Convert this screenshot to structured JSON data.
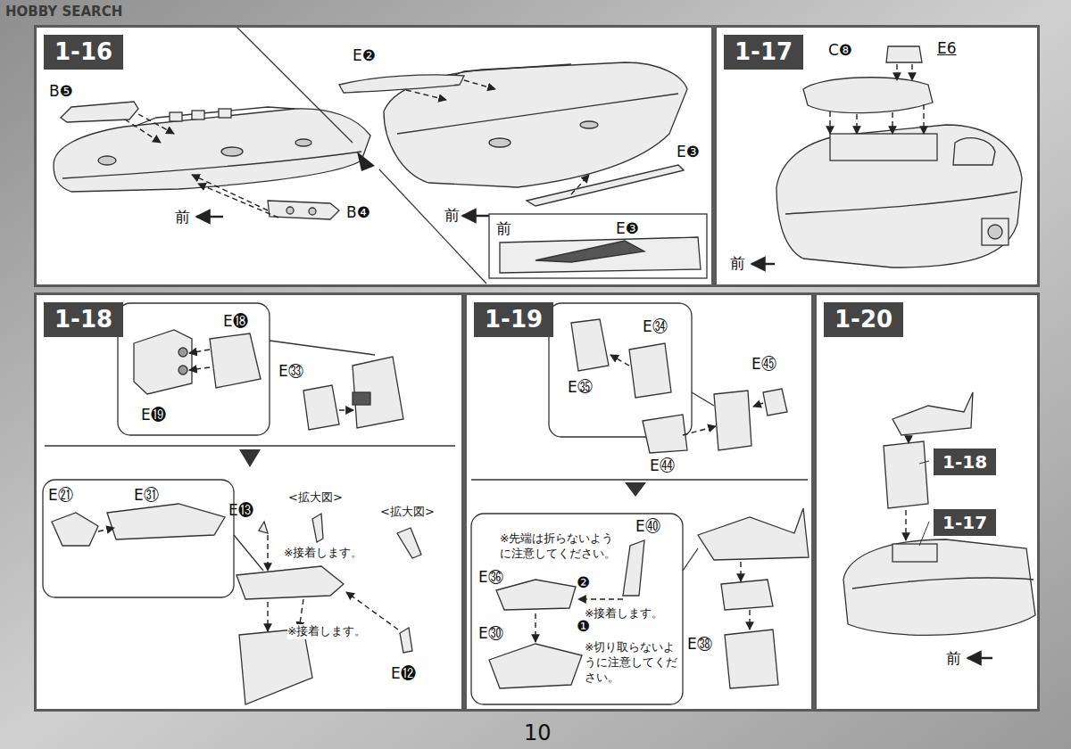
{
  "diagram": {
    "nodes": [
      {
        "text": [
          "1-16"
        ]
      },
      {
        "text": [
          "1-17"
        ]
      },
      {
        "text": [
          "1-18"
        ]
      },
      {
        "text": [
          "1-19"
        ]
      },
      {
        "text": [
          "1-20"
        ]
      },
      {
        "text": [
          "1-18"
        ],
        "in": 4
      },
      {
        "text": [
          "1-17"
        ],
        "in": 4
      }
    ],
    "labels": [
      "HOBBY SEARCH",
      "B❺",
      "B❹",
      "前",
      "E❷",
      "E❸",
      "前",
      "前",
      "E❸",
      "C❽",
      "E6",
      "前",
      "E⓲",
      "E⓳",
      "E㉝",
      "E㉑",
      "E㉛",
      "E⓭",
      "<拡大図>",
      "<拡大図>",
      "※接着します。",
      "※接着します。",
      "E⓬",
      "E㉞",
      "E㉟",
      "E㊺",
      "E㊹",
      "※先端は折らないように注意してください。",
      "E㊵",
      "E㊱",
      "❷",
      "※接着します。",
      "E㉚",
      "❶",
      "※切り取らないように注意してください。",
      "E㊳",
      "前",
      "10"
    ]
  }
}
